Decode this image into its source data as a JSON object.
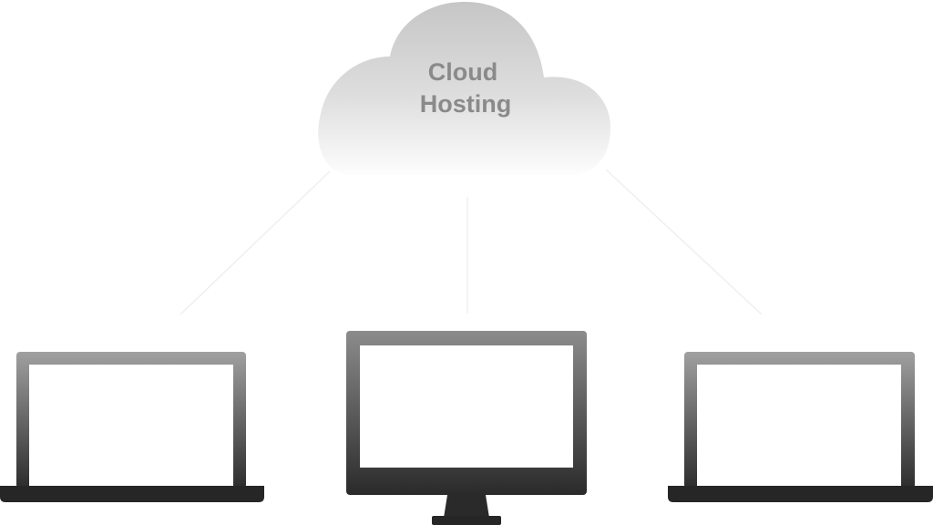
{
  "cloud": {
    "label_line1": "Cloud",
    "label_line2": "Hosting",
    "icon": "cloud-icon"
  },
  "devices": [
    {
      "type": "laptop",
      "icon": "laptop-icon",
      "position": "left"
    },
    {
      "type": "desktop-monitor",
      "icon": "monitor-icon",
      "position": "center"
    },
    {
      "type": "laptop",
      "icon": "laptop-icon",
      "position": "right"
    }
  ],
  "connections": [
    {
      "from": "cloud",
      "to": "laptop-left"
    },
    {
      "from": "cloud",
      "to": "monitor-center"
    },
    {
      "from": "cloud",
      "to": "laptop-right"
    }
  ],
  "colors": {
    "cloud_top": "#c9c9c9",
    "cloud_bottom": "#fbfbfb",
    "text": "#8a8a8a",
    "device_top": "#9a9a9a",
    "device_bottom": "#2a2a2a",
    "base": "#252525",
    "connector": "#eeeeee"
  }
}
